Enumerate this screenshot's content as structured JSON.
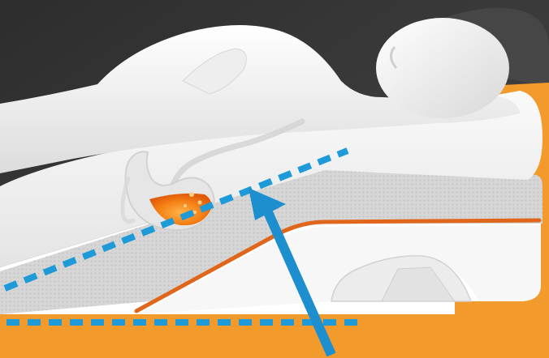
{
  "illustration": {
    "subject": "incline-wedge-pillow-acid-reflux",
    "colors": {
      "background_dark": "#3a3a3a",
      "accent_orange": "#f39a2c",
      "cushion_white": "#f4f4f4",
      "mesh_gray": "#d7d7d7",
      "trim_orange": "#e0661c",
      "guide_blue": "#1e9ad9",
      "stomach_acid": "#f57f14"
    },
    "icons": [
      "sleeping-figure",
      "stomach-icon",
      "incline-guide-line",
      "level-guide-line",
      "elevation-arrow-icon"
    ]
  }
}
